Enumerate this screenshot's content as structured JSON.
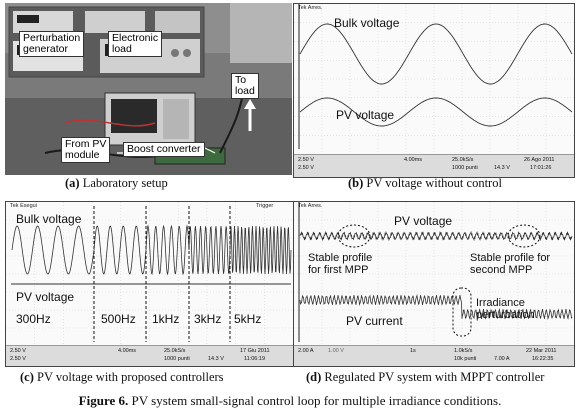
{
  "figure": {
    "number_label": "Figure 6.",
    "caption": "PV system small-signal control loop for multiple irradiance conditions."
  },
  "panel_a": {
    "caption_tag": "(a)",
    "caption": "Laboratory setup",
    "labels": {
      "perturbation_generator": "Perturbation\ngenerator",
      "electronic_load": "Electronic\nload",
      "to_load": "To\nload",
      "from_pv_module": "From PV\nmodule",
      "boost_converter": "Boost converter"
    }
  },
  "panel_b": {
    "caption_tag": "(b)",
    "caption": "PV voltage without control",
    "scope_header": "Tek Arres.",
    "traces": {
      "bulk": "Bulk voltage",
      "pv": "PV voltage"
    },
    "status": {
      "ch1": "2.50 V",
      "ch2": "2.50 V",
      "timebase": "4.00ms",
      "rate": "25.0kS/s",
      "points": "1000 punti",
      "trig": "14.3 V",
      "date": "26 Ago 2011",
      "time": "17:01:26"
    }
  },
  "panel_c": {
    "caption_tag": "(c)",
    "caption": "PV voltage with proposed controllers",
    "scope_header": "Tek Esegui",
    "trigger_label": "Trigger",
    "traces": {
      "bulk": "Bulk voltage",
      "pv": "PV voltage"
    },
    "frequencies": [
      "300Hz",
      "500Hz",
      "1kHz",
      "3kHz",
      "5kHz"
    ],
    "status": {
      "ch1": "2.50 V",
      "ch2": "2.50 V",
      "timebase": "4.00ms",
      "rate": "25.0kS/s",
      "points": "1000 punti",
      "trig": "14.3 V",
      "date": "17 Giu 2011",
      "time": "11:06:19"
    }
  },
  "panel_d": {
    "caption_tag": "(d)",
    "caption": "Regulated PV system with MPPT controller",
    "scope_header": "Tek Arres.",
    "traces": {
      "pv_voltage": "PV voltage",
      "pv_current": "PV current"
    },
    "annotations": {
      "stable_first": "Stable profile\nfor first MPP",
      "stable_second": "Stable profile for\nsecond MPP",
      "irradiance": "Irradiance\nperturbation"
    },
    "status": {
      "ch1": "2.00 A",
      "ch2": "1.00 V",
      "timebase": "1s",
      "rate": "1.0kS/s",
      "points": "10k punti",
      "trig": "7.00 A",
      "date": "22 Mar 2011",
      "time": "16:22:35"
    }
  }
}
